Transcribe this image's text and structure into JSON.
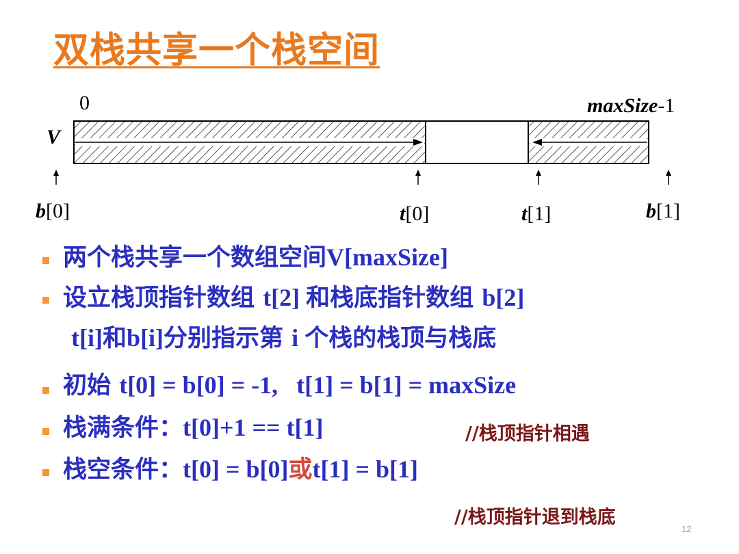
{
  "title": "双栈共享一个栈空间",
  "diagram": {
    "index_start": "0",
    "index_end_var": "maxSize",
    "index_end_suffix": "-1",
    "array_name": "V",
    "b0_var": "b",
    "b0_idx": "[0]",
    "t0_var": "t",
    "t0_idx": "[0]",
    "t1_var": "t",
    "t1_idx": "[1]",
    "b1_var": "b",
    "b1_idx": "[1]"
  },
  "bullets": {
    "b1_cn": "两个栈共享一个数组空间",
    "b1_code": "V[maxSize]",
    "b2_cn1": "设立栈顶指针数组 ",
    "b2_code1": "t[2] ",
    "b2_cn2": "和栈底指针数组 ",
    "b2_code2": "b[2]",
    "b3_code1": "t[i]",
    "b3_cn1": "和",
    "b3_code2": "b[i]",
    "b3_cn2": "分别指示第 ",
    "b3_code3": "i ",
    "b3_cn3": "个栈的栈顶与栈底",
    "b4_cn": "初始 ",
    "b4_code": "t[0] = b[0] = -1,   t[1] = b[1] = maxSize",
    "b5_cn": "栈满条件：",
    "b5_code": "t[0]+1 == t[1]",
    "b5_comment": "//栈顶指针相遇",
    "b6_cn": "栈空条件：",
    "b6_code1": "t[0] = b[0]",
    "b6_red": "或",
    "b6_code2": "t[1] = b[1]",
    "b6_comment": "//栈顶指针退到栈底"
  },
  "page_number": "12",
  "colors": {
    "title": "#e8791e",
    "body": "#2a2fbf",
    "bullet": "#f39a2d",
    "comment": "#7a1818",
    "emphasis": "#d14b3c"
  }
}
